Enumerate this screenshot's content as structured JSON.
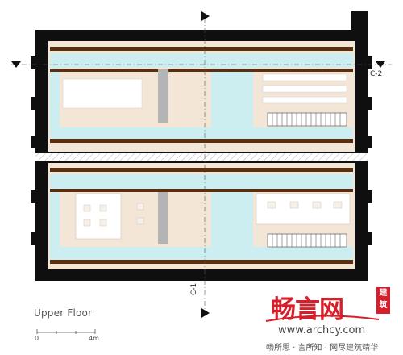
{
  "drawing": {
    "caption": "Upper Floor",
    "scale": {
      "start": "0",
      "end": "4m"
    },
    "section_markers": {
      "horizontal": "C-2",
      "vertical": "C-1"
    }
  },
  "watermark": {
    "brand": "畅言网",
    "tag": "建筑",
    "url": "www.archcy.com",
    "slogan": "畅所思 · 言所知 · 网尽建筑精华"
  },
  "colors": {
    "wall": "#0f0f0f",
    "floor": "#f4e6d6",
    "corridor": "#cdeef0",
    "furniture": "#ffffff",
    "beam": "#5a2f10",
    "column": "#b4b4b4",
    "stair": "#444444",
    "accent": "#d81e2a"
  }
}
